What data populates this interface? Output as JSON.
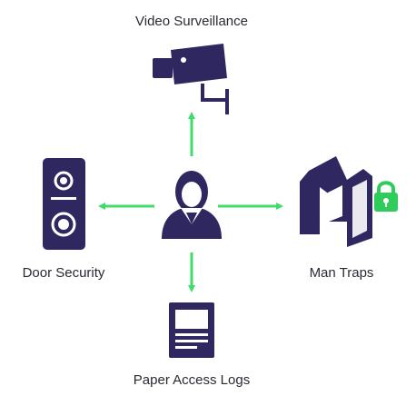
{
  "diagram": {
    "center": {
      "icon": "person-icon"
    },
    "nodes": [
      {
        "id": "video",
        "label": "Video Surveillance",
        "icon": "security-camera-icon"
      },
      {
        "id": "door",
        "label": "Door Security",
        "icon": "door-intercom-icon"
      },
      {
        "id": "man",
        "label": "Man Traps",
        "icon": "man-trap-lock-icon"
      },
      {
        "id": "paper",
        "label": "Paper Access Logs",
        "icon": "paper-log-icon"
      }
    ]
  },
  "colors": {
    "icon": "#2f2760",
    "arrow": "#3ddc6b",
    "lock": "#2fcc5b",
    "text": "#2a2a33"
  }
}
